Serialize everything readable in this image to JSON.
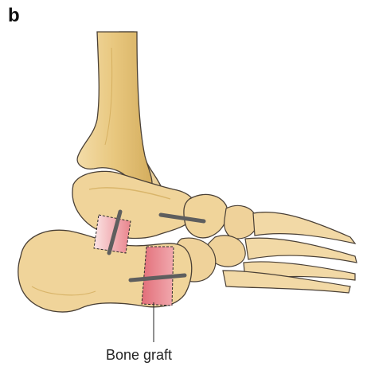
{
  "figure": {
    "panel_label": "b",
    "callout_label": "Bone graft"
  },
  "colors": {
    "bone_fill": "#f0d49a",
    "bone_shadow": "#d9b56a",
    "bone_dark": "#c9a04b",
    "outline": "#4a4036",
    "graft_fill": "#e87d86",
    "graft_light": "#f6c6c8",
    "screw": "#6e6e6e"
  },
  "icons": [
    "ankle-bone-illustration",
    "screw-icon",
    "bone-graft-block"
  ]
}
